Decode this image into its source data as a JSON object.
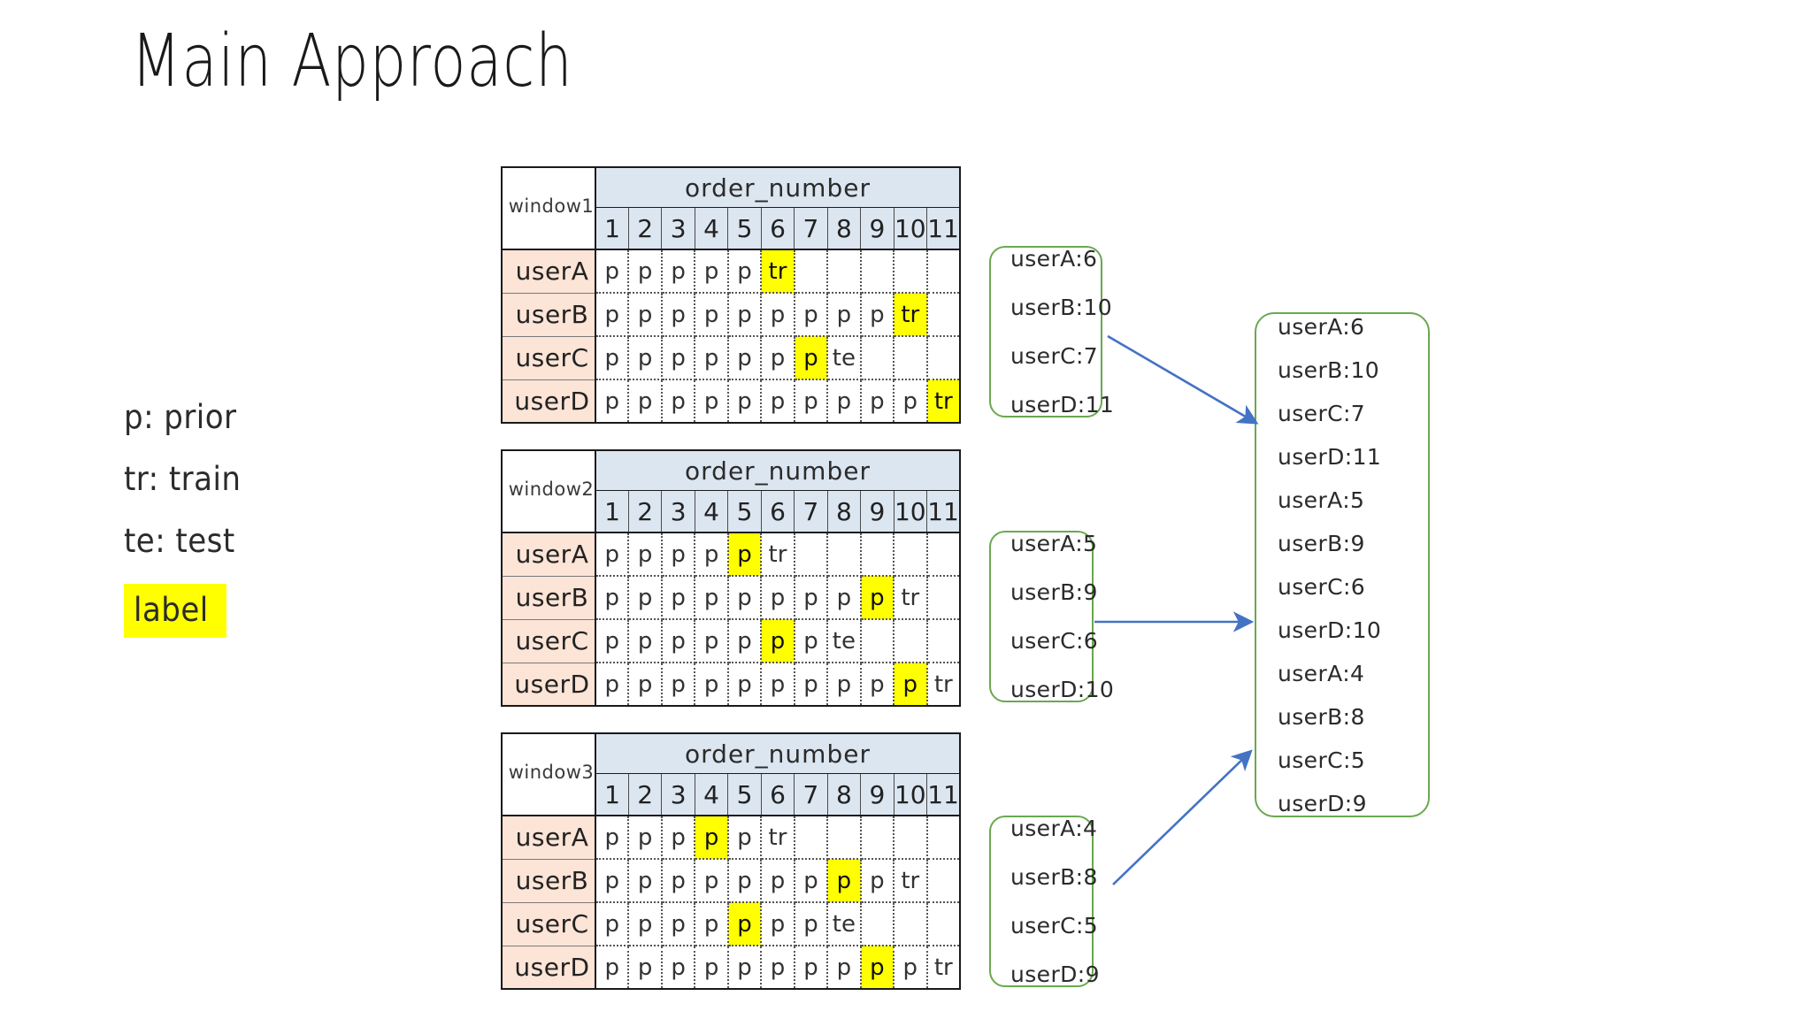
{
  "slide": {
    "title": "Main Approach",
    "background": "#ffffff"
  },
  "legend": {
    "items": [
      {
        "text": "p: prior",
        "highlight": false
      },
      {
        "text": "tr: train",
        "highlight": false
      },
      {
        "text": "te: test",
        "highlight": false
      },
      {
        "text": "label",
        "highlight": true
      }
    ],
    "highlight_color": "#ffff00"
  },
  "colors": {
    "header_blue": "#dce6f1",
    "row_header_peach": "#fce4d6",
    "highlight_yellow": "#ffff00",
    "box_green": "#6aa84f",
    "arrow_blue": "#4472c4",
    "grid_black": "#1a1a1a"
  },
  "tables": [
    {
      "corner_label": "window1",
      "span_header": "order_number",
      "columns": [
        "1",
        "2",
        "3",
        "4",
        "5",
        "6",
        "7",
        "8",
        "9",
        "10",
        "11"
      ],
      "rows": [
        {
          "label": "userA",
          "cells": [
            "p",
            "p",
            "p",
            "p",
            "p",
            "tr",
            "",
            "",
            "",
            "",
            ""
          ],
          "highlight_index": 5
        },
        {
          "label": "userB",
          "cells": [
            "p",
            "p",
            "p",
            "p",
            "p",
            "p",
            "p",
            "p",
            "p",
            "tr",
            ""
          ],
          "highlight_index": 9
        },
        {
          "label": "userC",
          "cells": [
            "p",
            "p",
            "p",
            "p",
            "p",
            "p",
            "p",
            "te",
            "",
            "",
            ""
          ],
          "highlight_index": 6
        },
        {
          "label": "userD",
          "cells": [
            "p",
            "p",
            "p",
            "p",
            "p",
            "p",
            "p",
            "p",
            "p",
            "p",
            "tr"
          ],
          "highlight_index": 10
        }
      ]
    },
    {
      "corner_label": "window2",
      "span_header": "order_number",
      "columns": [
        "1",
        "2",
        "3",
        "4",
        "5",
        "6",
        "7",
        "8",
        "9",
        "10",
        "11"
      ],
      "rows": [
        {
          "label": "userA",
          "cells": [
            "p",
            "p",
            "p",
            "p",
            "p",
            "tr",
            "",
            "",
            "",
            "",
            ""
          ],
          "highlight_index": 4
        },
        {
          "label": "userB",
          "cells": [
            "p",
            "p",
            "p",
            "p",
            "p",
            "p",
            "p",
            "p",
            "p",
            "tr",
            ""
          ],
          "highlight_index": 8
        },
        {
          "label": "userC",
          "cells": [
            "p",
            "p",
            "p",
            "p",
            "p",
            "p",
            "p",
            "te",
            "",
            "",
            ""
          ],
          "highlight_index": 5
        },
        {
          "label": "userD",
          "cells": [
            "p",
            "p",
            "p",
            "p",
            "p",
            "p",
            "p",
            "p",
            "p",
            "p",
            "tr"
          ],
          "highlight_index": 9
        }
      ]
    },
    {
      "corner_label": "window3",
      "span_header": "order_number",
      "columns": [
        "1",
        "2",
        "3",
        "4",
        "5",
        "6",
        "7",
        "8",
        "9",
        "10",
        "11"
      ],
      "rows": [
        {
          "label": "userA",
          "cells": [
            "p",
            "p",
            "p",
            "p",
            "p",
            "tr",
            "",
            "",
            "",
            "",
            ""
          ],
          "highlight_index": 3
        },
        {
          "label": "userB",
          "cells": [
            "p",
            "p",
            "p",
            "p",
            "p",
            "p",
            "p",
            "p",
            "p",
            "tr",
            ""
          ],
          "highlight_index": 7
        },
        {
          "label": "userC",
          "cells": [
            "p",
            "p",
            "p",
            "p",
            "p",
            "p",
            "p",
            "te",
            "",
            "",
            ""
          ],
          "highlight_index": 4
        },
        {
          "label": "userD",
          "cells": [
            "p",
            "p",
            "p",
            "p",
            "p",
            "p",
            "p",
            "p",
            "p",
            "p",
            "tr"
          ],
          "highlight_index": 8
        }
      ]
    }
  ],
  "label_boxes": [
    {
      "entries": [
        "userA:6",
        "userB:10",
        "userC:7",
        "userD:11"
      ]
    },
    {
      "entries": [
        "userA:5",
        "userB:9",
        "userC:6",
        "userD:10"
      ]
    },
    {
      "entries": [
        "userA:4",
        "userB:8",
        "userC:5",
        "userD:9"
      ]
    }
  ],
  "merged_box": {
    "entries": [
      "userA:6",
      "userB:10",
      "userC:7",
      "userD:11",
      "userA:5",
      "userB:9",
      "userC:6",
      "userD:10",
      "userA:4",
      "userB:8",
      "userC:5",
      "userD:9"
    ]
  },
  "arrows": [
    {
      "name": "arrow-window1-to-merged",
      "from": [
        1252,
        380
      ],
      "to": [
        1418,
        477
      ]
    },
    {
      "name": "arrow-window2-to-merged",
      "from": [
        1237,
        703
      ],
      "to": [
        1412,
        703
      ]
    },
    {
      "name": "arrow-window3-to-merged",
      "from": [
        1258,
        1000
      ],
      "to": [
        1412,
        851
      ]
    }
  ]
}
